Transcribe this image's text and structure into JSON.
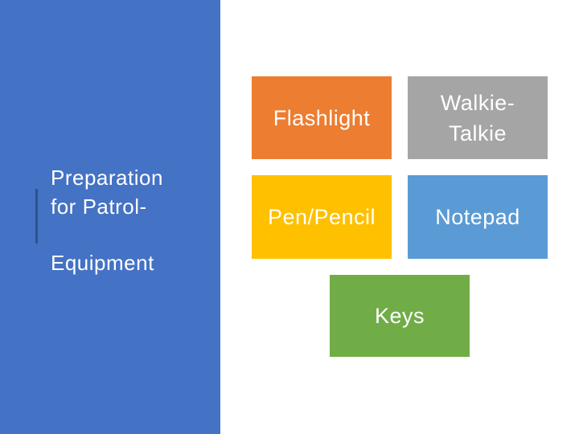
{
  "slide": {
    "title_line1": "Preparation",
    "title_line2": "for Patrol-",
    "title_line3": "Equipment"
  },
  "items": [
    {
      "label": "Flashlight",
      "color": "#ed7d31"
    },
    {
      "label": "Walkie-\nTalkie",
      "color": "#a5a5a5"
    },
    {
      "label": "Pen/Pencil",
      "color": "#ffc000"
    },
    {
      "label": "Notepad",
      "color": "#5b9bd5"
    },
    {
      "label": "Keys",
      "color": "#70ad47"
    }
  ],
  "colors": {
    "panel": "#4472c4",
    "accent": "#2f528f",
    "text": "#ffffff"
  }
}
